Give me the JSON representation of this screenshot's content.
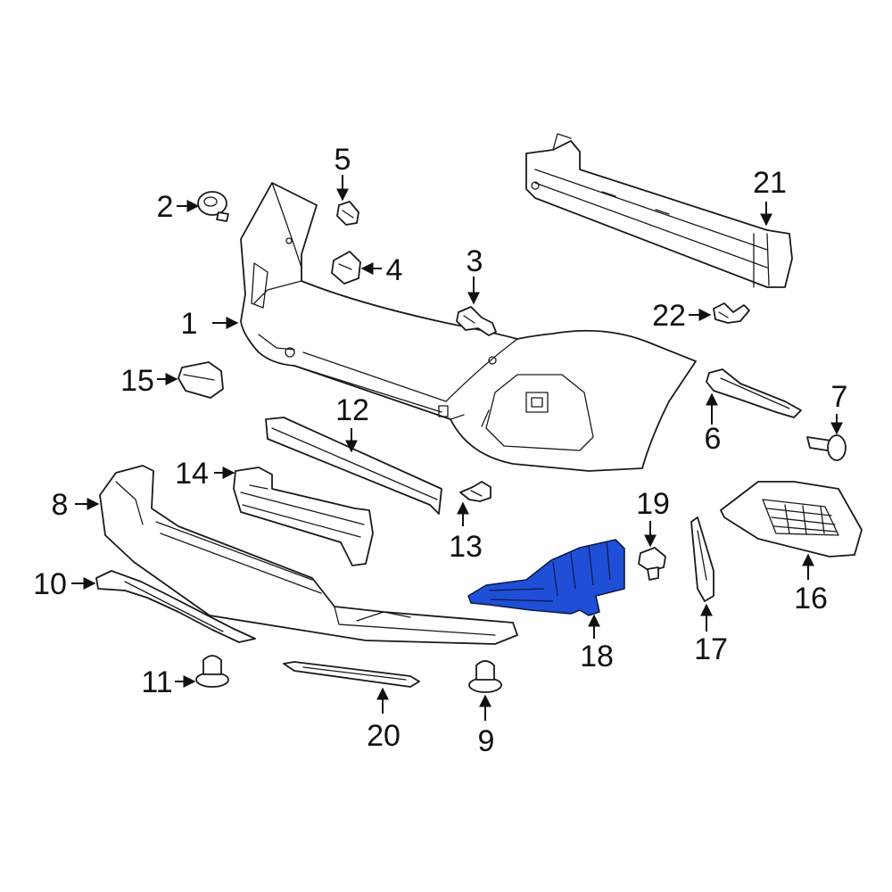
{
  "diagram": {
    "colors": {
      "line": "#1a1a1a",
      "highlight": "#1f4fd6",
      "background": "#ffffff"
    },
    "callouts": [
      "1",
      "2",
      "3",
      "4",
      "5",
      "6",
      "7",
      "8",
      "9",
      "10",
      "11",
      "12",
      "13",
      "14",
      "15",
      "16",
      "17",
      "18",
      "19",
      "20",
      "21",
      "22"
    ],
    "highlighted_part": "18"
  }
}
